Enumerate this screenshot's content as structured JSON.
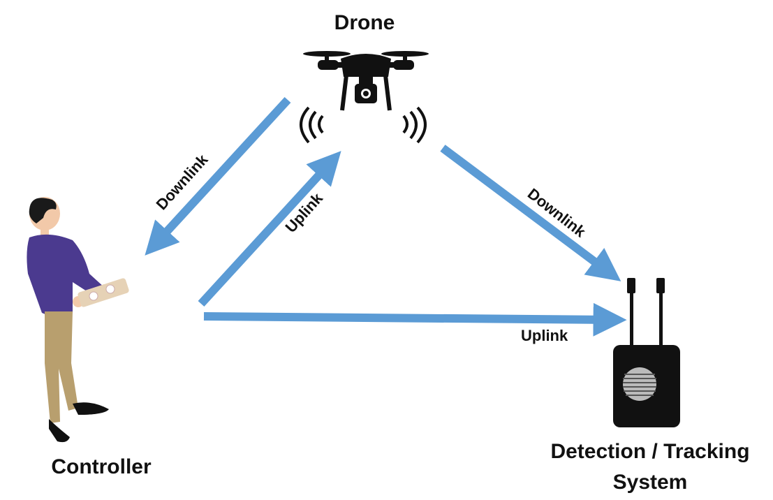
{
  "nodes": {
    "drone": {
      "label": "Drone"
    },
    "controller": {
      "label": "Controller"
    },
    "tracker": {
      "label_line1": "Detection / Tracking",
      "label_line2": "System"
    }
  },
  "links": {
    "drone_to_controller": {
      "label": "Downlink"
    },
    "controller_to_drone": {
      "label": "Uplink"
    },
    "drone_to_tracker": {
      "label": "Downlink"
    },
    "controller_to_tracker": {
      "label": "Uplink"
    }
  },
  "colors": {
    "arrow": "#5b9bd5",
    "shirt": "#4b3a8f",
    "pants": "#b89f6e",
    "skin": "#f2c9a9",
    "hair": "#1a1a1a",
    "device": "#111111"
  },
  "icons": {
    "drone": "quadcopter-drone-icon",
    "person": "person-with-remote-icon",
    "tracker": "detection-case-icon",
    "signal": "signal-waves-icon"
  }
}
